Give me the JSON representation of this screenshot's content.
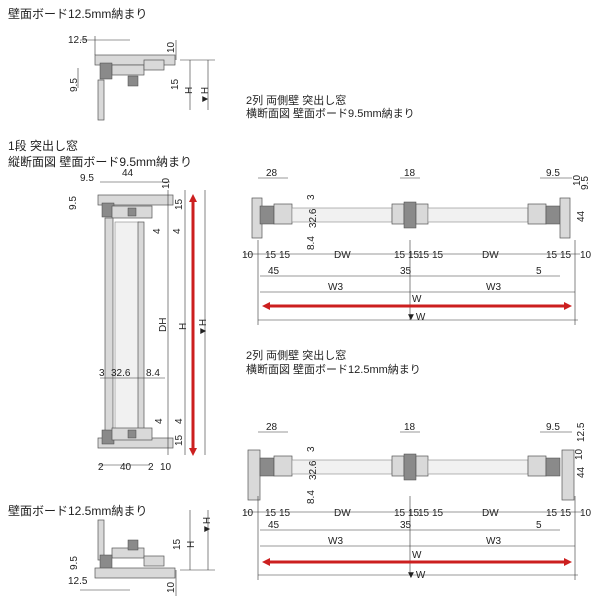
{
  "titles": {
    "top_left": "壁面ボード12.5mm納まり",
    "top_right_1": "2列 両側壁 突出し窓",
    "top_right_2": "横断面図 壁面ボード9.5mm納まり",
    "mid_left_1": "1段 突出し窓",
    "mid_left_2": "縦断面図 壁面ボード9.5mm納まり",
    "bottom_right_1": "2列 両側壁 突出し窓",
    "bottom_right_2": "横断面図 壁面ボード12.5mm納まり",
    "bottom_left": "壁面ボード12.5mm納まり"
  },
  "dims": {
    "d12_5": "12.5",
    "d10": "10",
    "d9_5": "9.5",
    "d15": "15",
    "H": "H",
    "H_tri": "▼H",
    "d44": "44",
    "d4": "4",
    "DH": "DH",
    "d3": "3",
    "d32_6": "32.6",
    "d8_4": "8.4",
    "d2": "2",
    "d40": "40",
    "d28": "28",
    "d18": "18",
    "DW": "DW",
    "d45": "45",
    "d35": "35",
    "d5": "5",
    "W3": "W3",
    "W": "W",
    "W_tri": "▼W"
  }
}
